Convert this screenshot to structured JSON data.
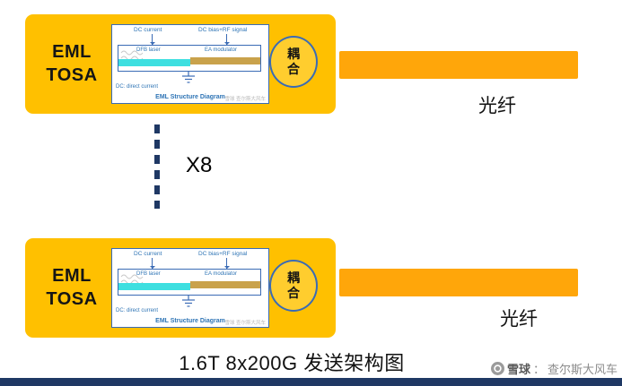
{
  "title": "1.6T 8x200G 发送架构图",
  "multiplier_label": "X8",
  "fiber_label": "光纤",
  "module": {
    "label_line1": "EML",
    "label_line2": "TOSA",
    "diagram": {
      "dc_current": "DC current",
      "dc_bias": "DC bias+RF signal",
      "dfb_laser": "DFB laser",
      "ea_modulator": "EA modulator",
      "dc_note": "DC: direct current",
      "caption": "EML Structure Diagram",
      "inner_watermark": "雪球 查尔斯大风车",
      "coupling": "耦合"
    }
  },
  "watermark": {
    "brand": "雪球",
    "separator": "：",
    "author": "查尔斯大风车"
  },
  "colors": {
    "module_fill": "#FFC000",
    "fiber_fill": "#FFA60A",
    "diagram_blue": "#3A6BB5",
    "navy_bar": "#1F3864",
    "laser_stripe": "#3EDFE0",
    "modulator_stripe": "#C9A24B"
  }
}
